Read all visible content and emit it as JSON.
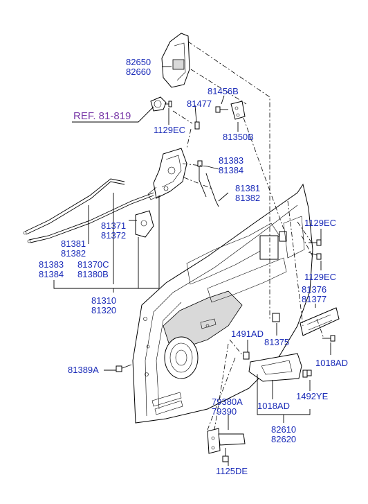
{
  "labels": {
    "l82650": "82650",
    "l82660": "82660",
    "l81456B": "81456B",
    "l81477": "81477",
    "ref": "REF. 81-819",
    "l1129EC_top": "1129EC",
    "l81350B": "81350B",
    "l81383_r": "81383",
    "l81384_r": "81384",
    "l81381_r": "81381",
    "l81382_r": "81382",
    "l81371": "81371",
    "l81372": "81372",
    "l81381_l": "81381",
    "l81382_l": "81382",
    "l81383_l": "81383",
    "l81384_l": "81384",
    "l81370C": "81370C",
    "l81380B": "81380B",
    "l81310": "81310",
    "l81320": "81320",
    "l1129EC_r1": "1129EC",
    "l1129EC_r2": "1129EC",
    "l81376": "81376",
    "l81377": "81377",
    "l1491AD": "1491AD",
    "l81375": "81375",
    "l1018AD_r": "1018AD",
    "l81389A": "81389A",
    "l79380A": "79380A",
    "l79390": "79390",
    "l1018AD_b": "1018AD",
    "l1492YE": "1492YE",
    "l82610": "82610",
    "l82620": "82620",
    "l1125DE": "1125DE"
  }
}
